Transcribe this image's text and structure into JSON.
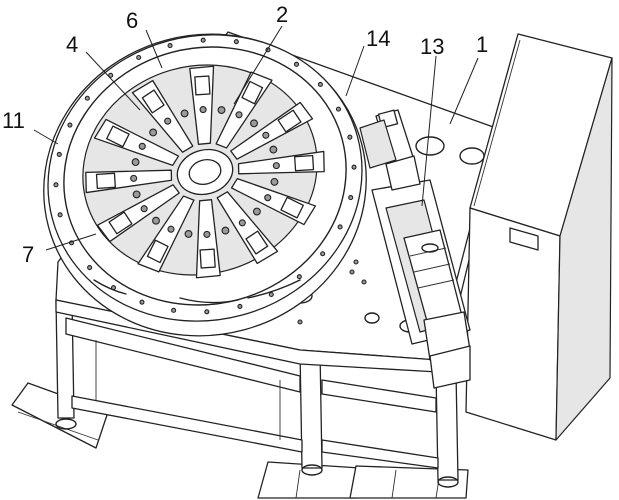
{
  "labels": {
    "l6": "6",
    "l2": "2",
    "l4": "4",
    "l14": "14",
    "l13": "13",
    "l1": "1",
    "l11": "11",
    "l7": "7"
  },
  "rotary_table": {
    "station_count": 12
  }
}
